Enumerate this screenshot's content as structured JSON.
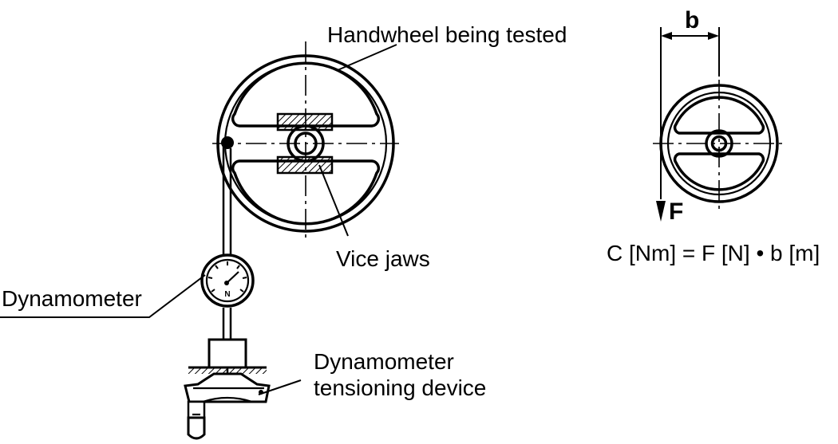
{
  "labels": {
    "handwheel": "Handwheel being tested",
    "vice_jaws": "Vice jaws",
    "dynamometer": "Dynamometer",
    "tensioning_line1": "Dynamometer",
    "tensioning_line2": "tensioning device",
    "dim_b": "b",
    "force_f": "F",
    "formula": "C [Nm] = F [N] • b [m]"
  },
  "dial_letter": "N"
}
